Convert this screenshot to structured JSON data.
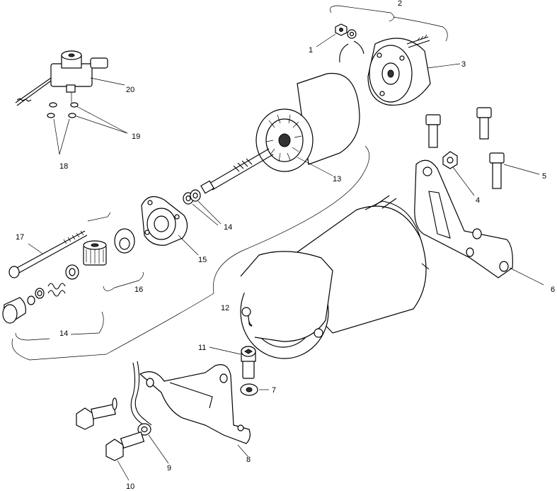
{
  "diagram": {
    "callouts": [
      {
        "id": "c1",
        "label": "1"
      },
      {
        "id": "c2",
        "label": "2"
      },
      {
        "id": "c3",
        "label": "3"
      },
      {
        "id": "c4",
        "label": "4"
      },
      {
        "id": "c5",
        "label": "5"
      },
      {
        "id": "c6",
        "label": "6"
      },
      {
        "id": "c7",
        "label": "7"
      },
      {
        "id": "c8",
        "label": "8"
      },
      {
        "id": "c9",
        "label": "9"
      },
      {
        "id": "c10",
        "label": "10"
      },
      {
        "id": "c11",
        "label": "11"
      },
      {
        "id": "c12",
        "label": "12"
      },
      {
        "id": "c13",
        "label": "13"
      },
      {
        "id": "c14a",
        "label": "14"
      },
      {
        "id": "c14b",
        "label": "14"
      },
      {
        "id": "c15",
        "label": "15"
      },
      {
        "id": "c16",
        "label": "16"
      },
      {
        "id": "c17",
        "label": "17"
      },
      {
        "id": "c18",
        "label": "18"
      },
      {
        "id": "c19",
        "label": "19"
      },
      {
        "id": "c20",
        "label": "20"
      }
    ]
  }
}
